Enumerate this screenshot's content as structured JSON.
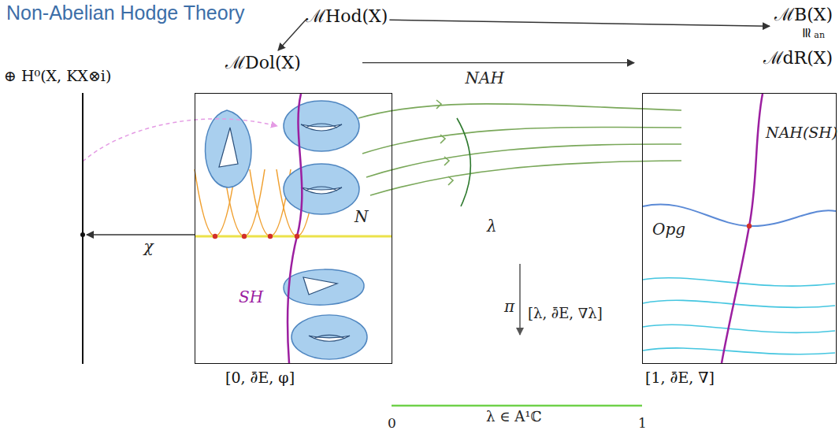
{
  "diagram": {
    "title": "Non-Abelian Hodge Theory",
    "nodes": [
      {
        "text": [
          "ℳHod(X)"
        ]
      },
      {
        "text": [
          "ℳDol(X)",
          "[0, ∂̄E, φ]"
        ]
      },
      {
        "text": [
          "ℳB(X)",
          "≅",
          "an",
          "ℳdR(X)",
          "[1, ∂̄E, ∇]"
        ]
      },
      {
        "text": [
          "⊕ H⁰(X, KX⊗i)"
        ]
      }
    ],
    "edges": [
      {
        "from": 0,
        "to": 1,
        "arrow": "to"
      },
      {
        "from": 0,
        "to": 2,
        "arrow": "to"
      },
      {
        "from": 1,
        "to": 2,
        "arrow": "to",
        "label": "NAH"
      },
      {
        "from": 1,
        "to": 3,
        "arrow": "to",
        "label": "χ"
      }
    ],
    "labels": [
      "N",
      "SH",
      "λ",
      "π",
      "[λ, ∂̄E, ∇λ]",
      "NAH(SH)",
      "Opg",
      "λ ∈ A¹ℂ",
      "0",
      "1"
    ]
  }
}
